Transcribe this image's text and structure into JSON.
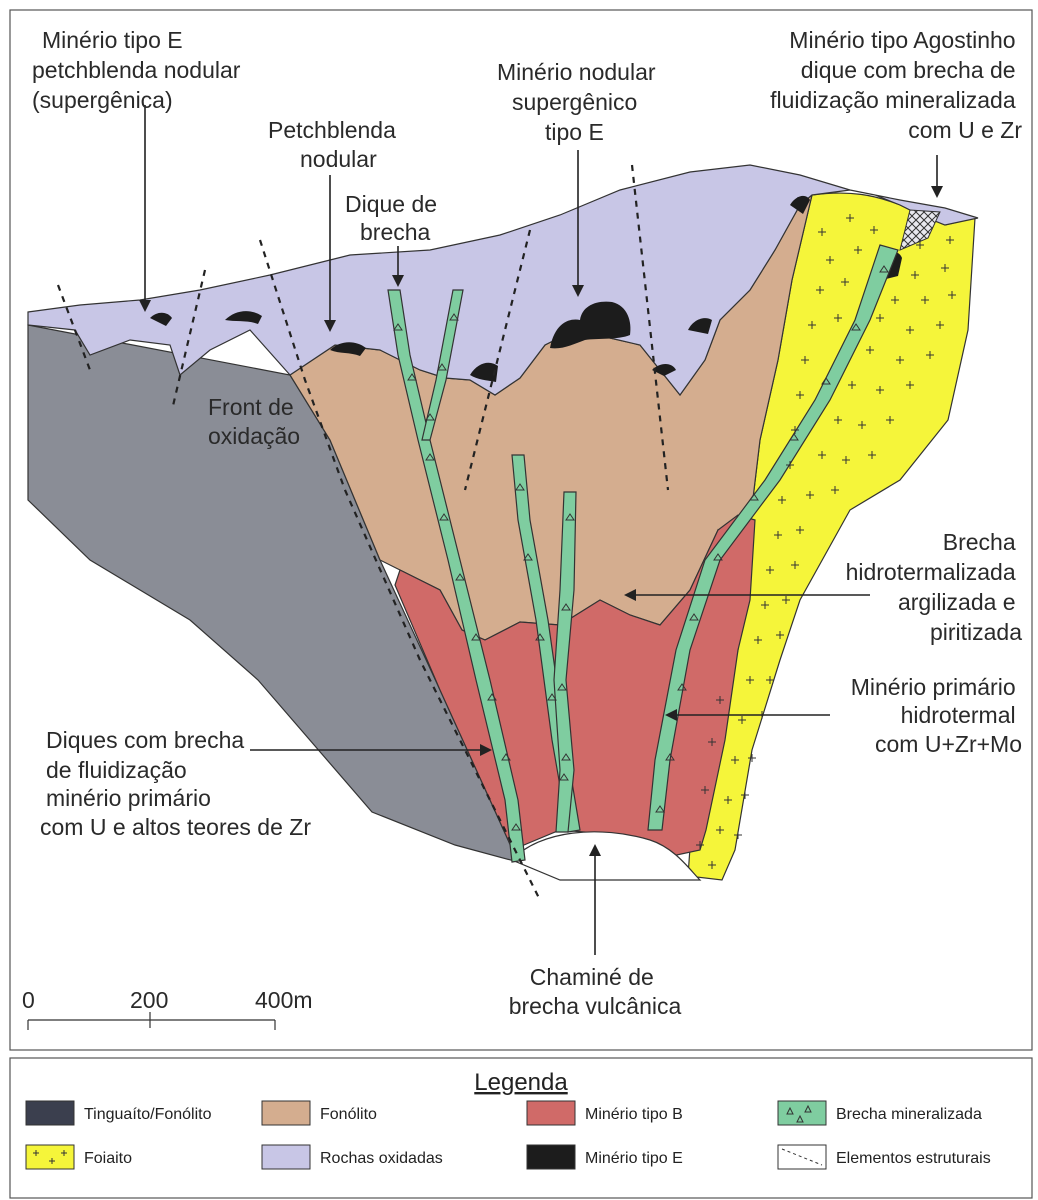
{
  "labels": {
    "minerio_tipo_e": [
      "Minério tipo E",
      "petchblenda nodular",
      "(supergênica)"
    ],
    "petchblenda": [
      "Petchblenda",
      "nodular"
    ],
    "dique_brecha": [
      "Dique de",
      "brecha"
    ],
    "nodular_supergenico": [
      "Minério nodular",
      "supergênico",
      "tipo E"
    ],
    "agostinho": [
      "Minério tipo Agostinho",
      "dique com brecha de",
      "fluidização mineralizada",
      "com U e Zr"
    ],
    "front": [
      "Front de",
      "oxidação"
    ],
    "brecha_hidro": [
      "Brecha",
      "hidrotermalizada",
      "argilizada e",
      "piritizada"
    ],
    "primario": [
      "Minério primário",
      "hidrotermal",
      "com U+Zr+Mo"
    ],
    "diques": [
      "Diques com brecha",
      "de fluidização",
      "minério primário",
      "com U e altos teores de Zr"
    ],
    "chamine": [
      "Chaminé de",
      "brecha vulcânica"
    ]
  },
  "scale": {
    "ticks": [
      "0",
      "200",
      "400m"
    ]
  },
  "legend": {
    "title": "Legenda",
    "items": [
      {
        "label": "Tinguaíto/Fonólito",
        "color": "#3b3f4e",
        "pattern": "solid"
      },
      {
        "label": "Fonólito",
        "color": "#d4ad8f",
        "pattern": "solid"
      },
      {
        "label": "Minério tipo B",
        "color": "#d06a68",
        "pattern": "solid"
      },
      {
        "label": "Brecha mineralizada",
        "color": "#7fcda0",
        "pattern": "triangles"
      },
      {
        "label": "Foiaito",
        "color": "#f5f53a",
        "pattern": "crosses"
      },
      {
        "label": "Rochas oxidadas",
        "color": "#c8c6e6",
        "pattern": "solid"
      },
      {
        "label": "Minério tipo E",
        "color": "#1c1c1c",
        "pattern": "solid"
      },
      {
        "label": "Elementos estruturais",
        "color": "#ffffff",
        "pattern": "dashed"
      }
    ]
  },
  "colors": {
    "gray_rock": "#8a8d96",
    "fonolito": "#d4ad8f",
    "minerio_b": "#d06a68",
    "brecha": "#7fcda0",
    "foiaito": "#f5f53a",
    "oxidadas": "#c8c6e6",
    "minerio_e": "#1c1c1c"
  }
}
